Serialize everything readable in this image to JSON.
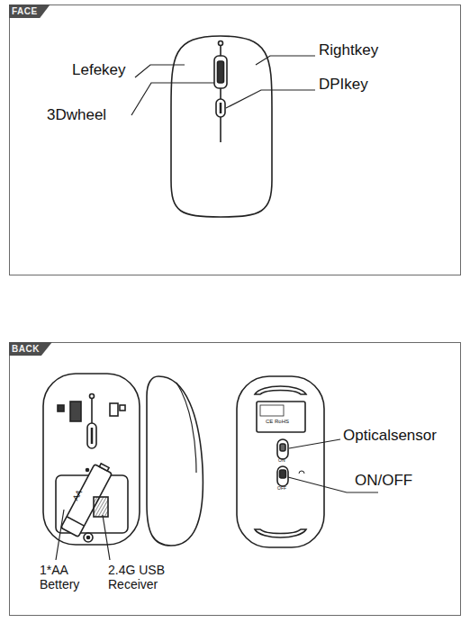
{
  "diagram": {
    "nodes": [
      {
        "text": [
          "FACE"
        ]
      },
      {
        "text": [
          "BACK"
        ]
      }
    ],
    "labels": [
      "Lefekey",
      "3Dwheel",
      "Rightkey",
      "DPIkey",
      "AA",
      "CE RoHS",
      "ON",
      "OFF",
      "Opticalsensor",
      "ON/OFF",
      "1*AA Bettery",
      "2.4G USB Receiver"
    ]
  }
}
